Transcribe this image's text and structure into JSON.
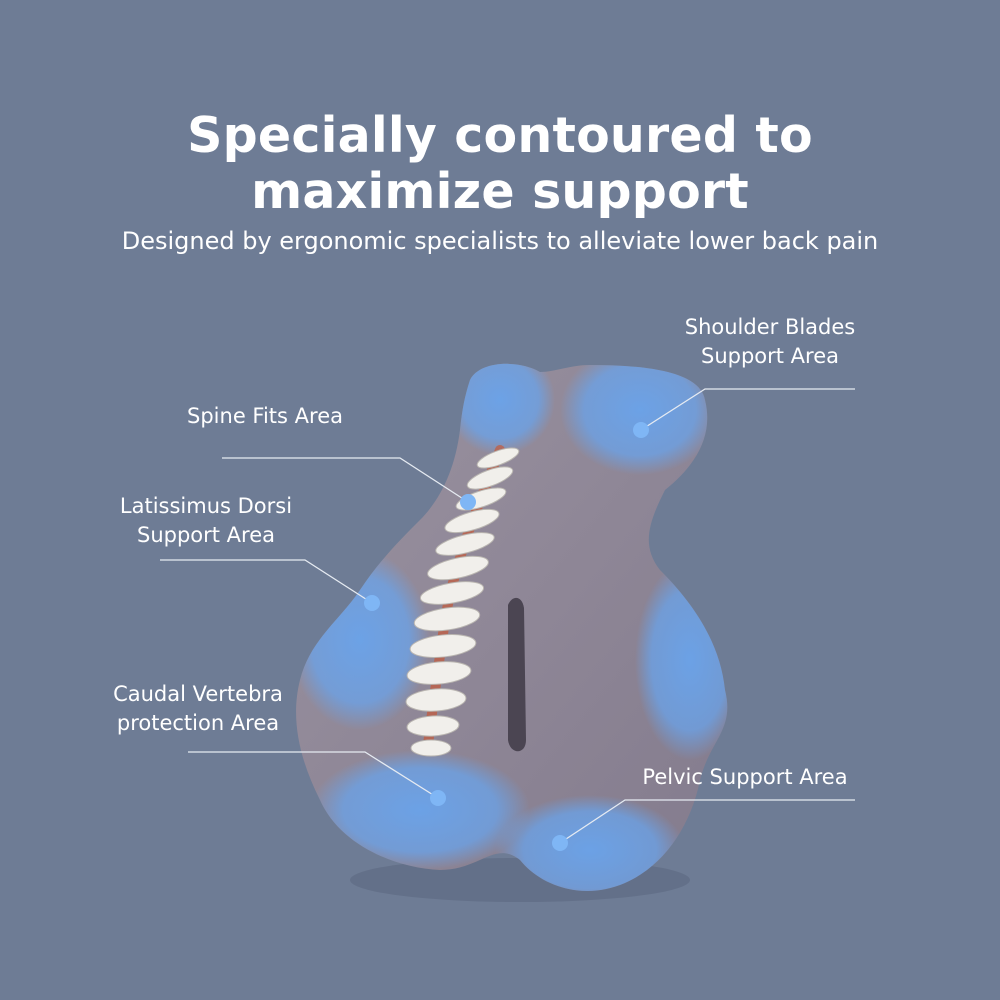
{
  "headline": {
    "line1": "Specially contoured to",
    "line2": "maximize support"
  },
  "subheadline": "Designed by ergonomic specialists to alleviate lower back pain",
  "labels": {
    "shoulder": {
      "line1": "Shoulder Blades",
      "line2": "Support Area"
    },
    "spine": {
      "line1": "Spine Fits Area"
    },
    "latissimus": {
      "line1": "Latissimus Dorsi",
      "line2": "Support Area"
    },
    "caudal": {
      "line1": "Caudal Vertebra",
      "line2": "protection Area"
    },
    "pelvic": {
      "line1": "Pelvic Support Area"
    }
  },
  "colors": {
    "background": "#6e7c95",
    "cushion": "#8e8695",
    "support_zone": "#6aa3ea",
    "marker_dot": "#7fb6f5",
    "leader_line": "#e6ebf2",
    "text": "#ffffff"
  }
}
